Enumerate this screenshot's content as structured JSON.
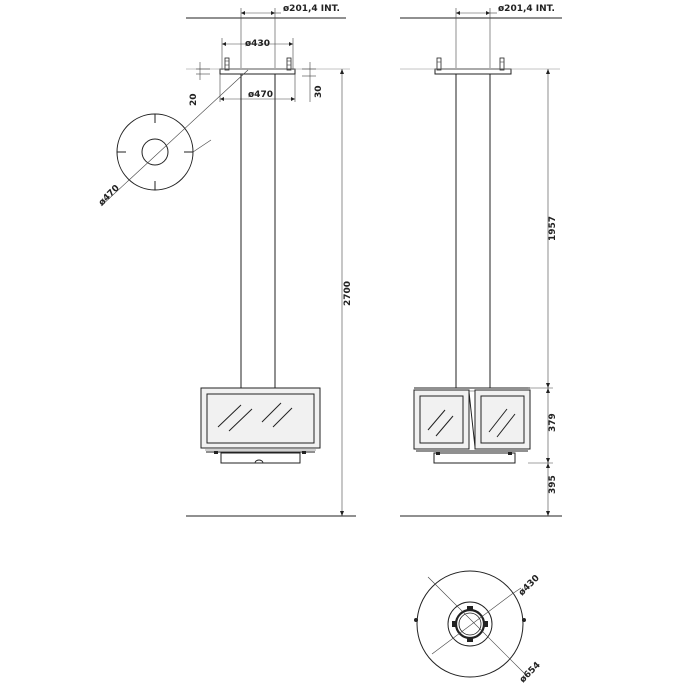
{
  "front_view": {
    "flue_label": "ø201,4  INT.",
    "plate_top_label": "ø430",
    "plate_bottom_label": "ø470",
    "dim_left_20": "20",
    "dim_right_30": "30",
    "total_height": "2700",
    "detail_label": "ø470"
  },
  "side_view": {
    "flue_label": "ø201,4  INT.",
    "pipe_height": "1957",
    "body_height": "379",
    "base_height": "395"
  },
  "plan_view": {
    "inner_label": "ø430",
    "outer_label": "ø654"
  },
  "colors": {
    "line": "#222222",
    "frame_fill": "#f1f1f1",
    "glass_fill": "#e6e6e6",
    "plate_fill": "#efefef",
    "background": "#ffffff"
  }
}
